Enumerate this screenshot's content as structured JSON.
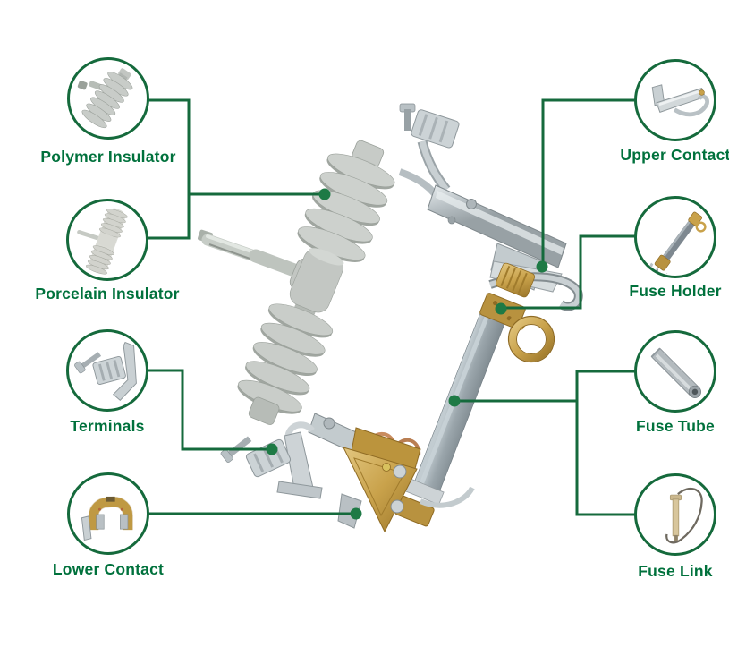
{
  "page": {
    "background": "#ffffff",
    "type": "labeled product parts diagram"
  },
  "colors": {
    "label_text_green": "#00713C",
    "connector_line_green": "#156a3c",
    "connector_dot_green": "#1E7A45",
    "callout_circle_border": "#156a3c",
    "brass": "#C9A24B",
    "steel": "#C6CDD0",
    "insulator_gray": "#C9CDC9",
    "fuse_tube_gray": "#9AA5AB"
  },
  "callouts": {
    "left": [
      {
        "label": "Polymer Insulator",
        "icon": "polymer-insulator-photo"
      },
      {
        "label": "Porcelain Insulator",
        "icon": "porcelain-insulator-photo"
      },
      {
        "label": "Terminals",
        "icon": "terminals-photo"
      },
      {
        "label": "Lower Contact",
        "icon": "lower-contact-photo"
      }
    ],
    "right": [
      {
        "label": "Upper Contact",
        "icon": "upper-contact-photo"
      },
      {
        "label": "Fuse Holder",
        "icon": "fuse-holder-photo"
      },
      {
        "label": "Fuse Tube",
        "icon": "fuse-tube-photo"
      },
      {
        "label": "Fuse Link",
        "icon": "fuse-link-photo"
      }
    ]
  }
}
